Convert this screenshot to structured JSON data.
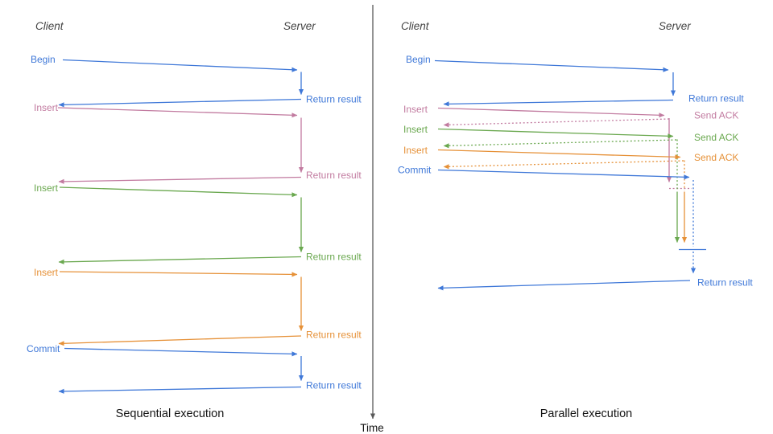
{
  "sequential": {
    "title": "Sequential execution",
    "client_label": "Client",
    "server_label": "Server",
    "ops": [
      {
        "label": "Begin",
        "response": "Return result",
        "color": "#3f78d8"
      },
      {
        "label": "Insert",
        "response": "Return result",
        "color": "#c27ba0"
      },
      {
        "label": "Insert",
        "response": "Return result",
        "color": "#6aa84f"
      },
      {
        "label": "Insert",
        "response": "Return result",
        "color": "#e69138"
      },
      {
        "label": "Commit",
        "response": "Return result",
        "color": "#3f78d8"
      }
    ]
  },
  "parallel": {
    "title": "Parallel execution",
    "client_label": "Client",
    "server_label": "Server",
    "ops": [
      {
        "label": "Begin",
        "response": "Return result",
        "color": "#3f78d8"
      },
      {
        "label": "Insert",
        "response": "Send ACK",
        "color": "#c27ba0"
      },
      {
        "label": "Insert",
        "response": "Send ACK",
        "color": "#6aa84f"
      },
      {
        "label": "Insert",
        "response": "Send ACK",
        "color": "#e69138"
      },
      {
        "label": "Commit",
        "response": "Return result",
        "color": "#3f78d8"
      }
    ]
  },
  "time_axis": {
    "label": "Time",
    "color": "#595959"
  },
  "colors": {
    "blue": "#3f78d8",
    "pink": "#c27ba0",
    "green": "#6aa84f",
    "orange": "#e69138"
  }
}
